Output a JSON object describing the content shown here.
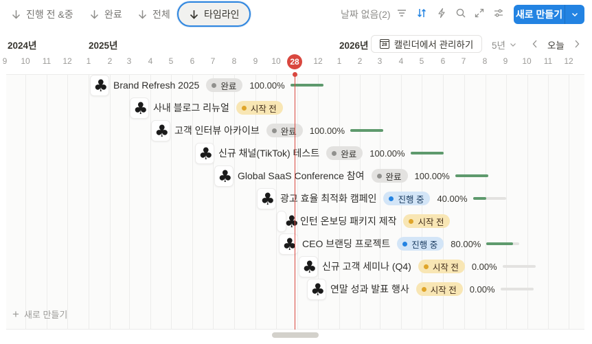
{
  "toolbar": {
    "views": [
      {
        "label": "진행 전 &중",
        "icon": "arrow-down-icon"
      },
      {
        "label": "완료",
        "icon": "arrow-down-icon"
      },
      {
        "label": "전체",
        "icon": "arrow-down-icon"
      },
      {
        "label": "타임라인",
        "icon": "arrow-down-icon",
        "active": true
      }
    ],
    "no_date_label": "날짜 없음(2)",
    "icons": [
      "filter-icon",
      "sort-icon",
      "automation-icon",
      "search-icon",
      "expand-icon",
      "settings-icon"
    ],
    "new_button": {
      "label": "새로 만들기",
      "dropdown_icon": "chevron-down-icon"
    }
  },
  "timeline": {
    "years": [
      {
        "label": "2024년"
      },
      {
        "label": "2025년"
      },
      {
        "label": "2026년"
      }
    ],
    "calendar_button": {
      "label": "캘린더에서 관리하기",
      "icon_day": "28"
    },
    "range_select": {
      "value": "5년"
    },
    "prev": "‹",
    "next": "›",
    "today_button": "오늘",
    "today_marker": "28",
    "months": [
      "9",
      "10",
      "11",
      "12",
      "1",
      "2",
      "3",
      "4",
      "5",
      "6",
      "7",
      "8",
      "9",
      "10",
      "12",
      "1",
      "2",
      "3",
      "4",
      "5",
      "6",
      "7",
      "8",
      "9",
      "10",
      "11",
      "12"
    ]
  },
  "rows": [
    {
      "icon": "♣",
      "title": "Brand Refresh 2025",
      "status": "완료",
      "status_type": "done",
      "percent": "100.00%",
      "progress": 100
    },
    {
      "icon": "♣",
      "title": "사내 블로그 리뉴얼",
      "status": "시작 전",
      "status_type": "todo"
    },
    {
      "icon": "♣",
      "title": "고객 인터뷰 아카이브",
      "status": "완료",
      "status_type": "done",
      "percent": "100.00%",
      "progress": 100
    },
    {
      "icon": "♣",
      "title": "신규 채널(TikTok) 테스트",
      "status": "완료",
      "status_type": "done",
      "percent": "100.00%",
      "progress": 100
    },
    {
      "icon": "♣",
      "title": "Global SaaS Conference 참여",
      "status": "완료",
      "status_type": "done",
      "percent": "100.00%",
      "progress": 100
    },
    {
      "icon": "♣",
      "title": "광고 효율 최적화 캠페인",
      "status": "진행 중",
      "status_type": "doing",
      "percent": "40.00%",
      "progress": 40
    },
    {
      "icon": "♣",
      "title": "인턴 온보딩 패키지 제작",
      "status": "시작 전",
      "status_type": "todo"
    },
    {
      "icon": "♣",
      "title": "CEO 브랜딩 프로젝트",
      "status": "진행 중",
      "status_type": "doing",
      "percent": "80.00%",
      "progress": 80
    },
    {
      "icon": "♣",
      "title": "신규 고객 세미나 (Q4)",
      "status": "시작 전",
      "status_type": "todo",
      "percent": "0.00%",
      "progress": 0
    },
    {
      "icon": "♣",
      "title": "연말 성과 발표 행사",
      "status": "시작 전",
      "status_type": "todo",
      "percent": "0.00%",
      "progress": 0
    }
  ],
  "new_row": {
    "plus": "+",
    "label": "새로 만들기"
  },
  "colors": {
    "accent": "#2383e2",
    "today": "#d9473f",
    "progress": "#5e9a6d",
    "status_done_bg": "#e3e2e0",
    "status_todo_bg": "#f8e6b4",
    "status_doing_bg": "#d3e5f7"
  }
}
